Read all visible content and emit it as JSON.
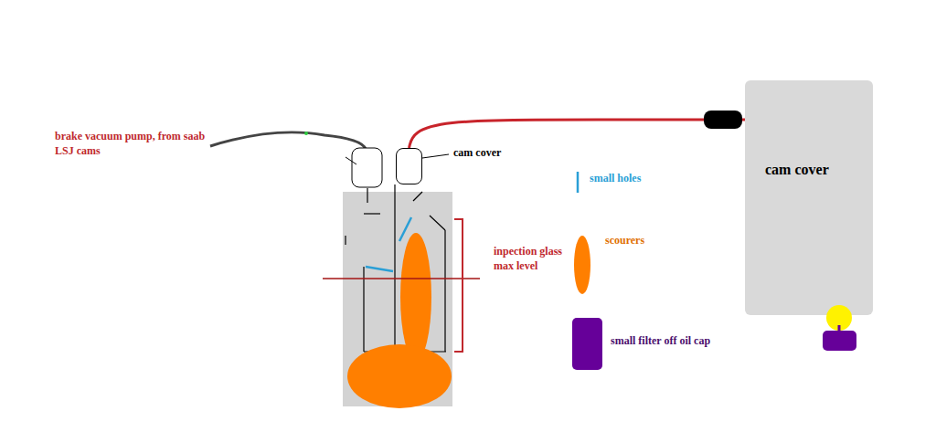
{
  "diagram": {
    "nodes": [
      {
        "text": [
          "cam cover"
        ]
      },
      {
        "text": [
          "cam cover"
        ]
      }
    ],
    "edges": [
      {
        "from": 0,
        "to": 1,
        "arrow": "none"
      }
    ],
    "labels": [
      "brake vacuum pump, from saab LSJ cams",
      "inpection glass max level"
    ],
    "legend": [
      {
        "text": "small holes"
      },
      {
        "text": "scourers"
      },
      {
        "text": "small filter off oil cap"
      }
    ]
  }
}
